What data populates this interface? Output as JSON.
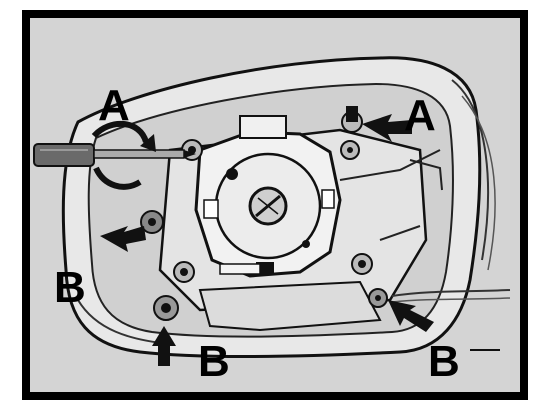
{
  "diagram": {
    "background_color": "#d6d6d6",
    "ink_color": "#111111",
    "frame_color": "#000000",
    "callouts": {
      "a_left": "A",
      "a_right": "A",
      "b_left": "B",
      "b_bottom_center": "B",
      "b_bottom_right": "B"
    },
    "components": [
      "mirror-housing",
      "mirror-motor",
      "screwdriver",
      "mounting-screws",
      "wiring"
    ]
  }
}
